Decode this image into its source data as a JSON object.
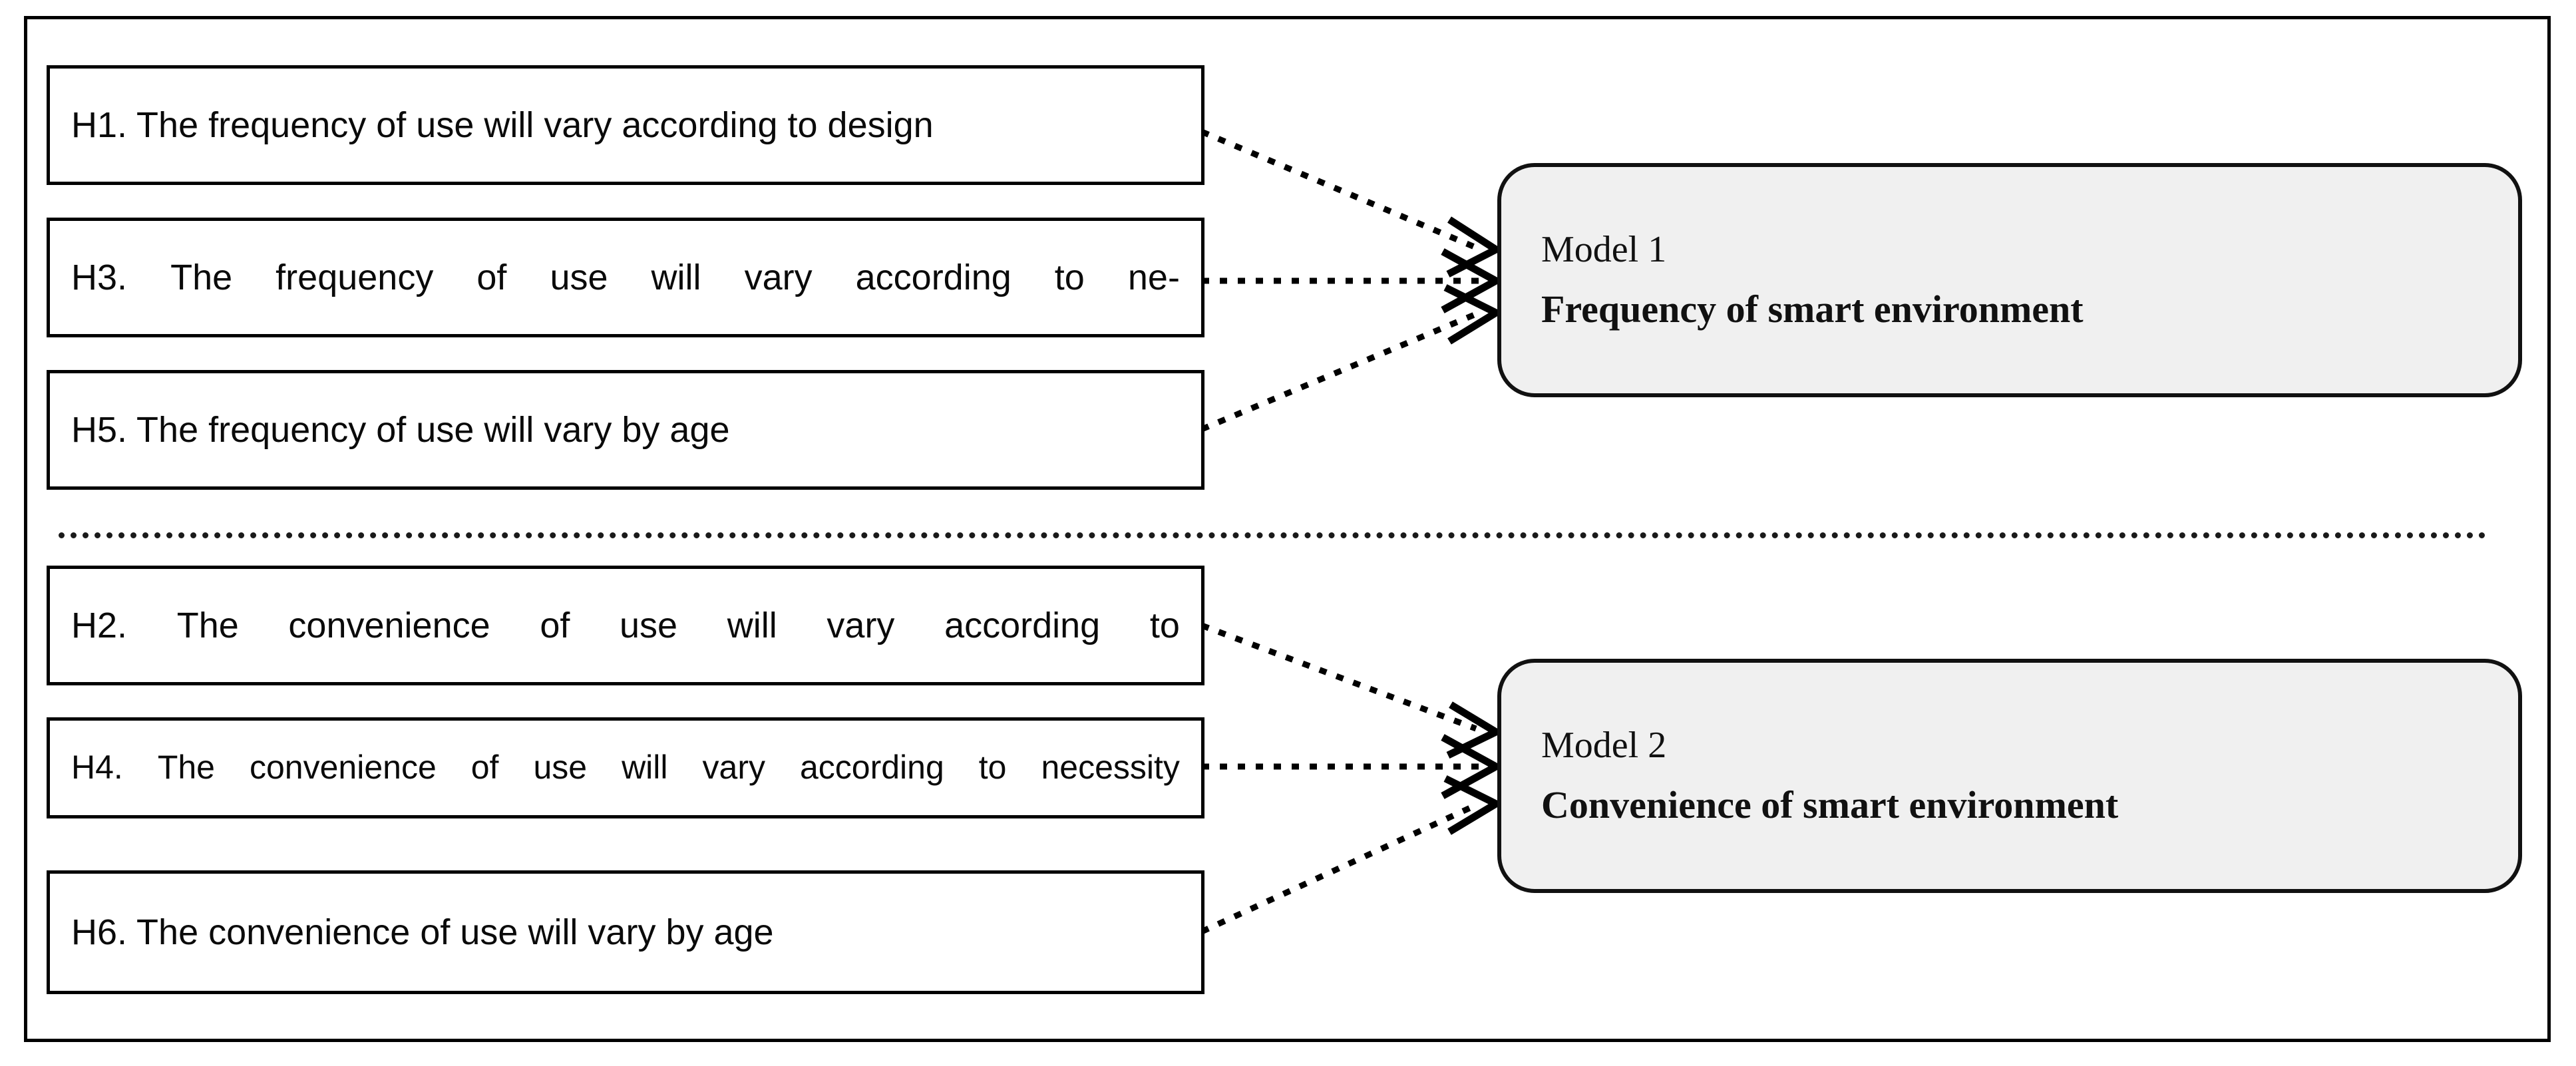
{
  "diagram": {
    "title": "Research model: hypotheses mapped to two outcome models",
    "frame_color": "#000000",
    "box_fill": "#ffffff",
    "model_fill": "#f0f0f0",
    "line_style": "dotted",
    "separator_style": "dotted"
  },
  "groups": [
    {
      "id": "group-frequency",
      "hypotheses": [
        {
          "id": "H1",
          "label": "H1. The frequency of use will vary according to design",
          "segments": [
            "H1.",
            "The",
            "frequency",
            "of",
            "use",
            "will",
            "vary",
            "according",
            "to",
            "design"
          ],
          "justified": false
        },
        {
          "id": "H3",
          "label": "H3. The frequency of use will vary according to ne-",
          "segments": [
            "H3.",
            "The",
            "frequency",
            "of",
            "use",
            "will",
            "vary",
            "according",
            "to",
            "ne-"
          ],
          "justified": true
        },
        {
          "id": "H5",
          "label": "H5. The frequency of use will vary by age",
          "segments": [
            "H5.",
            "The",
            "frequency",
            "of",
            "use",
            "will",
            "vary",
            "by",
            "age"
          ],
          "justified": false
        }
      ],
      "model": {
        "id": "model-1",
        "number_label": "Model 1",
        "name_label": "Frequency of smart environment"
      }
    },
    {
      "id": "group-convenience",
      "hypotheses": [
        {
          "id": "H2",
          "label": "H2. The convenience of use will vary according to",
          "segments": [
            "H2.",
            "The",
            "convenience",
            "of",
            "use",
            "will",
            "vary",
            "according",
            "to"
          ],
          "justified": true
        },
        {
          "id": "H4",
          "label": "H4. The convenience of use will vary according to necessity",
          "segments": [
            "H4.",
            "The",
            "convenience",
            "of",
            "use",
            "will",
            "vary",
            "according",
            "to",
            "necessity"
          ],
          "justified": true
        },
        {
          "id": "H6",
          "label": "H6. The convenience of use will vary by age",
          "segments": [
            "H6.",
            "The",
            "convenience",
            "of",
            "use",
            "will",
            "vary",
            "by",
            "age"
          ],
          "justified": false
        }
      ],
      "model": {
        "id": "model-2",
        "number_label": "Model 2",
        "name_label": "Convenience of smart environment"
      }
    }
  ]
}
